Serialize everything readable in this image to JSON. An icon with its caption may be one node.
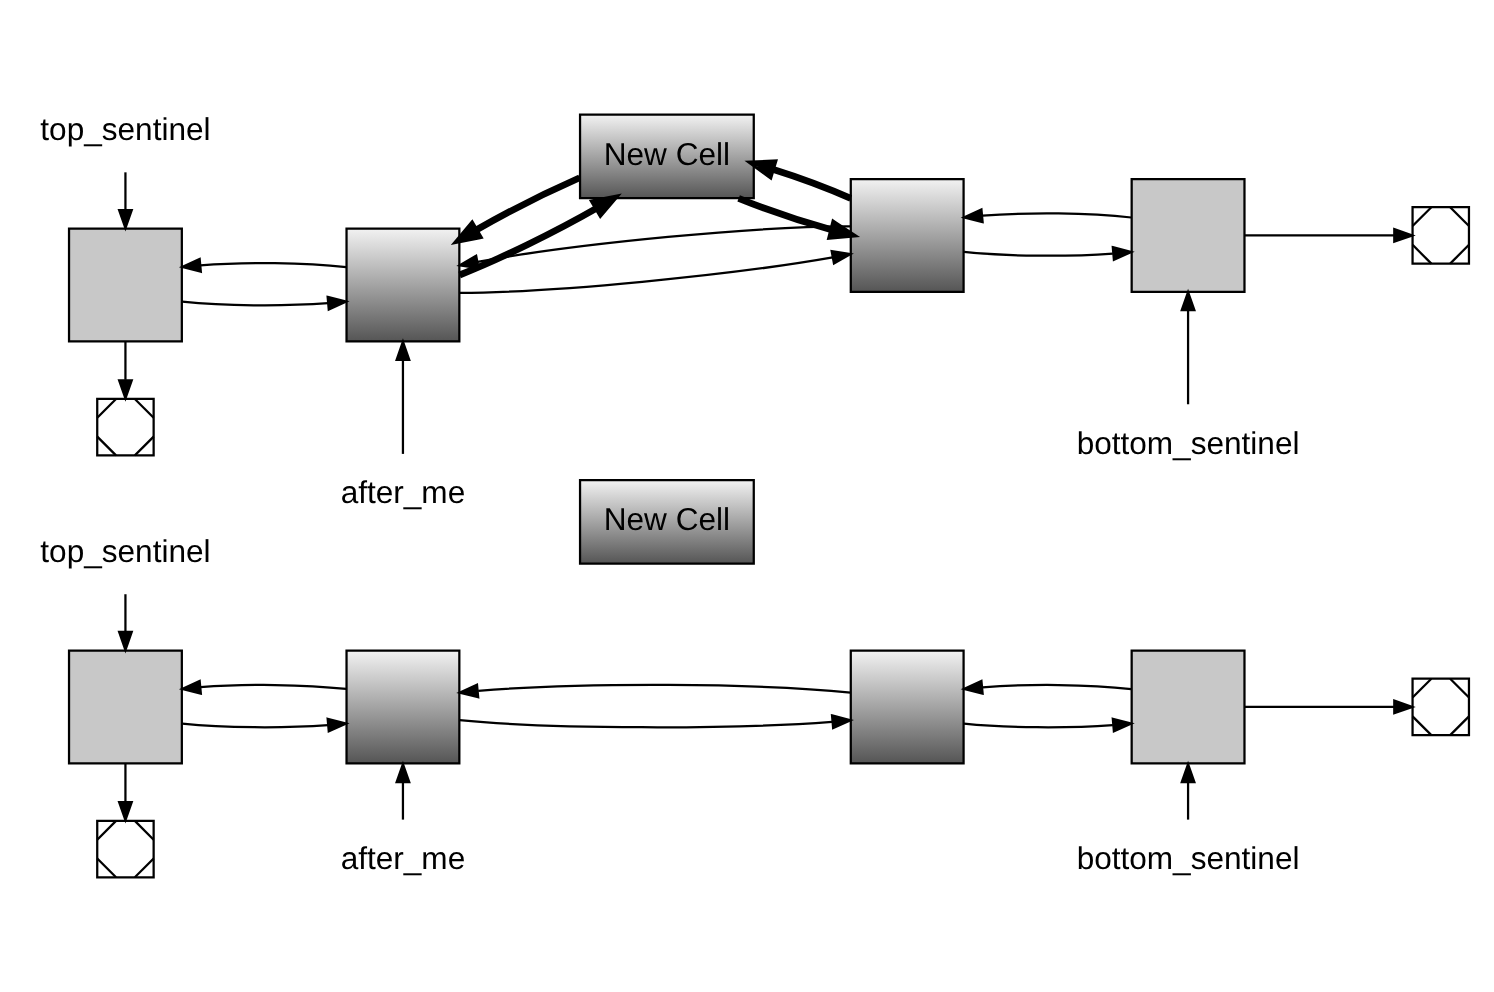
{
  "diagram": {
    "nodes": [
      {
        "text": [
          "top_sentinel"
        ]
      },
      {
        "text": [
          "after_me"
        ]
      },
      {
        "text": [
          "New Cell"
        ]
      },
      {
        "text": [],
        "shape": "box"
      },
      {
        "text": [],
        "shape": "box"
      },
      {
        "text": [],
        "shape": "box"
      },
      {
        "text": [],
        "shape": "box"
      },
      {
        "text": [],
        "shape": "box"
      },
      {
        "text": [],
        "shape": "box"
      },
      {
        "text": [
          "bottom_sentinel"
        ]
      },
      {
        "text": [
          "top_sentinel"
        ]
      },
      {
        "text": [
          "after_me"
        ]
      },
      {
        "text": [
          "New Cell"
        ]
      },
      {
        "text": [],
        "shape": "box"
      },
      {
        "text": [],
        "shape": "box"
      },
      {
        "text": [],
        "shape": "box"
      },
      {
        "text": [],
        "shape": "box"
      },
      {
        "text": [],
        "shape": "box"
      },
      {
        "text": [],
        "shape": "box"
      },
      {
        "text": [
          "bottom_sentinel"
        ]
      }
    ],
    "edges": [
      {
        "from": 0,
        "to": 3,
        "arrow": "to"
      },
      {
        "from": 1,
        "to": 4,
        "arrow": "to"
      },
      {
        "from": 3,
        "to": 4,
        "arrow": "to"
      },
      {
        "from": 4,
        "to": 3,
        "arrow": "to"
      },
      {
        "from": 4,
        "to": 5,
        "arrow": "to"
      },
      {
        "from": 5,
        "to": 4,
        "arrow": "to"
      },
      {
        "from": 5,
        "to": 6,
        "arrow": "to"
      },
      {
        "from": 6,
        "to": 5,
        "arrow": "to"
      },
      {
        "from": 6,
        "to": 8,
        "arrow": "to"
      },
      {
        "from": 3,
        "to": 7,
        "arrow": "to"
      },
      {
        "from": 9,
        "to": 6,
        "arrow": "to"
      },
      {
        "from": 10,
        "to": 13,
        "arrow": "to"
      },
      {
        "from": 11,
        "to": 14,
        "arrow": "to"
      },
      {
        "from": 13,
        "to": 14,
        "arrow": "to"
      },
      {
        "from": 14,
        "to": 13,
        "arrow": "to"
      },
      {
        "from": 14,
        "to": 15,
        "arrow": "to"
      },
      {
        "from": 15,
        "to": 14,
        "arrow": "to"
      },
      {
        "from": 14,
        "to": 12,
        "arrow": "to",
        "style": "thick"
      },
      {
        "from": 12,
        "to": 14,
        "arrow": "to",
        "style": "thick"
      },
      {
        "from": 15,
        "to": 12,
        "arrow": "to",
        "style": "thick"
      },
      {
        "from": 12,
        "to": 15,
        "arrow": "to",
        "style": "thick"
      },
      {
        "from": 15,
        "to": 16,
        "arrow": "to"
      },
      {
        "from": 16,
        "to": 15,
        "arrow": "to"
      },
      {
        "from": 16,
        "to": 18,
        "arrow": "to"
      },
      {
        "from": 13,
        "to": 17,
        "arrow": "to"
      },
      {
        "from": 19,
        "to": 16,
        "arrow": "to"
      }
    ]
  }
}
